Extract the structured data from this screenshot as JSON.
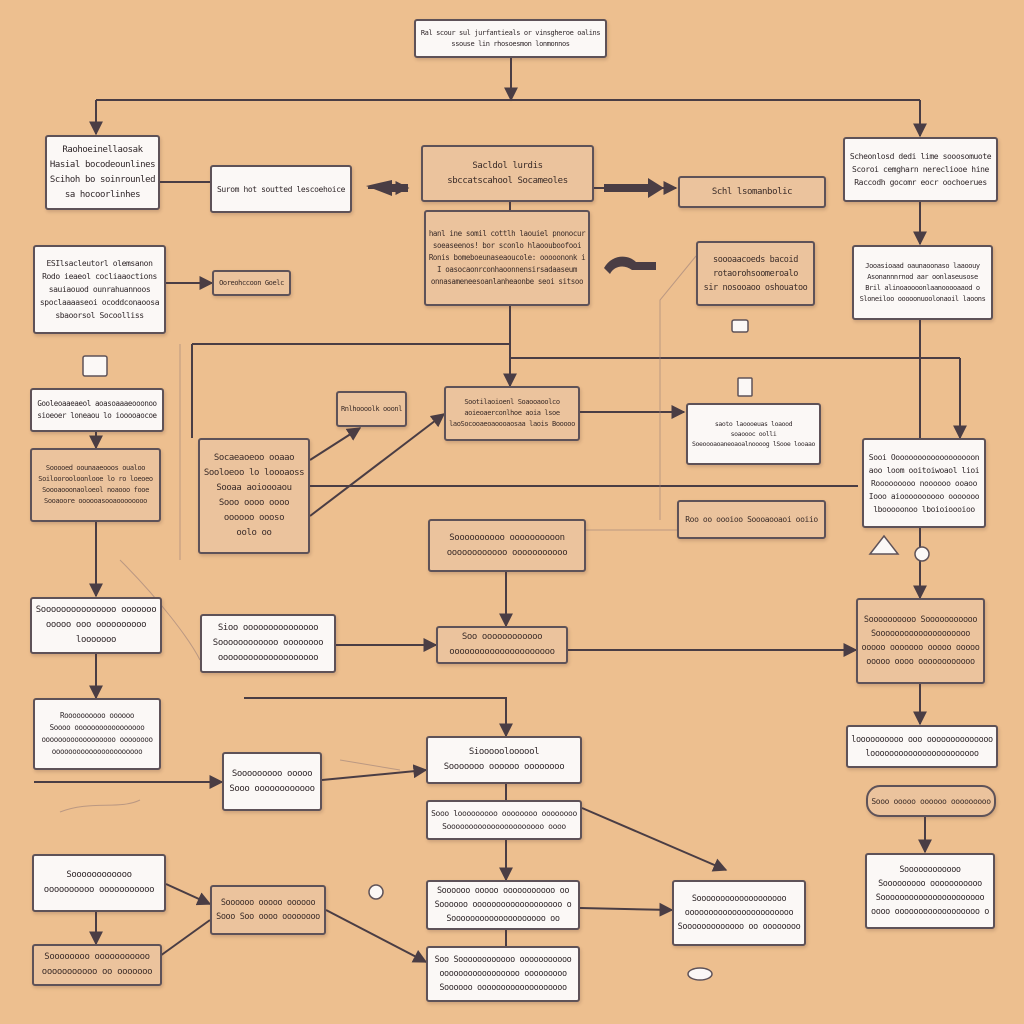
{
  "diagram": {
    "nodes": [
      {
        "id": "n-top",
        "variant": "light",
        "lines": [
          "Ral scour sul jurfantieals or vinsgheroe oalins",
          "ssouse lin rhosoesmon lonmonnos"
        ]
      },
      {
        "id": "n-l1",
        "variant": "light",
        "lines": [
          "Raohoeinellaosak",
          "Hasial bocodeounlines",
          "Scihoh bo soinrounled",
          "sa hocoorlinhes"
        ]
      },
      {
        "id": "n-l1b",
        "variant": "light",
        "lines": [
          "Surom hot soutted lescoehoice"
        ]
      },
      {
        "id": "n-c1",
        "variant": "tan",
        "lines": [
          "Sacldol lurdis",
          "sbccatscahool Socameoles"
        ]
      },
      {
        "id": "n-c1r",
        "variant": "tan",
        "lines": [
          "Schl lsomanbolic"
        ]
      },
      {
        "id": "n-r1",
        "variant": "light",
        "lines": [
          "Scheonlosd dedi lime sooosomuote",
          "Scoroi cemgharn nerecliooe hine",
          "Raccodh gocomr eocr oochoerues"
        ]
      },
      {
        "id": "n-c2",
        "variant": "tan",
        "lines": [
          "hanl ine somil cottlh laouiel pnonocur",
          "soeaseenos! bor sconlo hlaoouboofooi",
          "Ronis bomeboeunaseaoucole: ooooononk i",
          "I oasocaonrconhaoonnensirsadaaseum",
          "onnasameneesoanlanheaonbe seoi sitsoo"
        ]
      },
      {
        "id": "n-l2",
        "variant": "light",
        "lines": [
          "ESIlsacleutorl olemsanon",
          "Rodo ieaeol cocliaaoctions",
          "sauiaouod ounrahuannoos",
          "spoclaaaaseoi ocoddconaoosa",
          "sbaoorsol Socoolliss"
        ]
      },
      {
        "id": "n-l2b",
        "variant": "tan",
        "lines": [
          "Ooreohccoon Goelc"
        ]
      },
      {
        "id": "n-c2r",
        "variant": "tan",
        "lines": [
          "soooaacoeds bacoid",
          "rotaorohsoomeroalo",
          "sir nosooaoo oshouatoo"
        ]
      },
      {
        "id": "n-r2",
        "variant": "light",
        "lines": [
          "Jooasioaad oaunaoonaso laaoouy",
          "Asonannnrnod aar oonlaseusose",
          "Bril alinoaoooonlaanooooaaod o",
          "Sloneiloo ooooonuoolonaoil laoons"
        ]
      },
      {
        "id": "n-l3",
        "variant": "light",
        "lines": [
          "Gooleoaaeaeol aoasoaaaeooonoo",
          "sioeoer loneaou lo iooooaocoe"
        ]
      },
      {
        "id": "n-c3l",
        "variant": "tan",
        "lines": [
          "Rnlhoooolk ooonl"
        ]
      },
      {
        "id": "n-c3",
        "variant": "tan",
        "lines": [
          "Sootilaoioenl Soaooaoolco",
          "aoieoaerconlhoe aoia lsoe",
          "laoSocooaeoaoooaosaa laois Booooo"
        ]
      },
      {
        "id": "n-c3r",
        "variant": "light",
        "lines": [
          "saoto laoooeuas loaood",
          "soaoooc oolli",
          "Soeoooaoaneoaoalnoooog lSooe looaao"
        ]
      },
      {
        "id": "n-l4",
        "variant": "tan",
        "lines": [
          "Sooooed oounaaeooos oualoo",
          "Soiloorooloonlooe lo ro loeoeo",
          "Soooaooonaoloeol noaooo fooe",
          "Sooaoore oooooasooaoooooooo"
        ]
      },
      {
        "id": "n-c4l",
        "variant": "tan",
        "lines": [
          "Socaeaoeoo ooaao",
          "Sooloeoo lo loooaoss",
          "Sooaa aoioooaou",
          "Sooo oooo oooo",
          "oooooo oooso",
          "oolo oo"
        ]
      },
      {
        "id": "n-c4r",
        "variant": "tan",
        "lines": [
          "Roo oo oooioo Soooaooaoi ooiio"
        ]
      },
      {
        "id": "n-r3",
        "variant": "light",
        "lines": [
          "Sooi Ooooooooooooooooooon",
          "aoo loom ooitoiwoaol lioi",
          "Rooooooooo noooooo ooaoo",
          "Iooo aioooooooooo ooooooo",
          "lbooooonoo lboioioooioo"
        ]
      },
      {
        "id": "n-c5",
        "variant": "tan",
        "lines": [
          "Soooooooooo oooooooooon",
          "oooooooooooo ooooooooooo"
        ]
      },
      {
        "id": "n-l5",
        "variant": "light",
        "lines": [
          "Sooooooooooooooo ooooooo",
          "ooooo ooo oooooooooo",
          "looooooo"
        ]
      },
      {
        "id": "n-c6l",
        "variant": "light",
        "lines": [
          "Sioo ooooooooooooooo",
          "Soooooooooooo oooooooo",
          "oooooooooooooooooooo"
        ]
      },
      {
        "id": "n-c6",
        "variant": "tan",
        "lines": [
          "Soo oooooooooooo",
          "ooooooooooooooooooooo"
        ]
      },
      {
        "id": "n-r4",
        "variant": "tan",
        "lines": [
          "Soooooooooo Sooooooooooo",
          "Soooooooooooooooooooo",
          "ooooo ooooooo ooooo ooooo",
          "ooooo oooo oooooooooooo"
        ]
      },
      {
        "id": "n-r5",
        "variant": "light",
        "lines": [
          "loooooooooo ooo oooooooooooooo",
          "looooooooooooooooooooooo"
        ]
      },
      {
        "id": "n-l6",
        "variant": "light",
        "lines": [
          "Roooooooooo oooooo",
          "Soooo ooooooooooooooooo",
          "oooooooooooooooooo oooooooo",
          "oooooooooooooooooooooo"
        ]
      },
      {
        "id": "n-c7l",
        "variant": "light",
        "lines": [
          "Sooooooooo ooooo",
          "Sooo oooooooooooo"
        ]
      },
      {
        "id": "n-c7",
        "variant": "light",
        "lines": [
          "Sioooooloooool",
          "Sooooooo oooooo oooooooo"
        ]
      },
      {
        "id": "n-r6",
        "variant": "tan",
        "lines": [
          "Sooo ooooo oooooo ooooooooo"
        ]
      },
      {
        "id": "n-c8",
        "variant": "light",
        "lines": [
          "Sooo looooooooo oooooooo oooooooo",
          "Soooooooooooooooooooooo oooo"
        ]
      },
      {
        "id": "n-l7",
        "variant": "light",
        "lines": [
          "Soooooooooooo",
          "oooooooooo ooooooooooo"
        ]
      },
      {
        "id": "n-c9l",
        "variant": "tan",
        "lines": [
          "Soooooo ooooo oooooo",
          "Sooo Soo oooo oooooooo"
        ]
      },
      {
        "id": "n-c9",
        "variant": "light",
        "lines": [
          "Soooooo ooooo ooooooooooo oo",
          "Soooooo ooooooooooooooooooo o",
          "Soooooooooooooooooooo oo"
        ]
      },
      {
        "id": "n-c9r",
        "variant": "light",
        "lines": [
          "Sooooooooooooooooooo",
          "ooooooooooooooooooooooo",
          "Sooooooooooooo oo oooooooo"
        ]
      },
      {
        "id": "n-r7",
        "variant": "light",
        "lines": [
          "Soooooooooooo",
          "Sooooooooo ooooooooooo",
          "Soooooooooooooooooooooo",
          "oooo oooooooooooooooooo o"
        ]
      },
      {
        "id": "n-l8",
        "variant": "tan",
        "lines": [
          "Soooooooo ooooooooooo",
          "ooooooooooo oo ooooooo"
        ]
      },
      {
        "id": "n-c10",
        "variant": "light",
        "lines": [
          "Soo Soooooooooooo ooooooooooo",
          "ooooooooooooooooo ooooooooo",
          "Soooooo ooooooooooooooooooo"
        ]
      }
    ]
  }
}
